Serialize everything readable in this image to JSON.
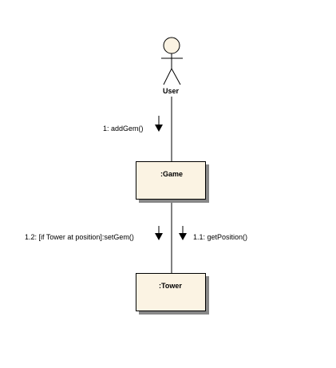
{
  "diagram": {
    "actor": {
      "label": "User"
    },
    "objects": [
      {
        "id": "game",
        "label": ":Game"
      },
      {
        "id": "tower",
        "label": ":Tower"
      }
    ],
    "messages": [
      {
        "id": "m1",
        "label": "1: addGem()"
      },
      {
        "id": "m12",
        "label": "1.2: [if Tower at position]:setGem()"
      },
      {
        "id": "m11",
        "label": "1.1: getPosition()"
      }
    ],
    "colors": {
      "object_fill": "#fbf3e3",
      "stroke": "#000000",
      "shadow": "#888888",
      "actor_head_fill": "#fbf3e3"
    }
  }
}
